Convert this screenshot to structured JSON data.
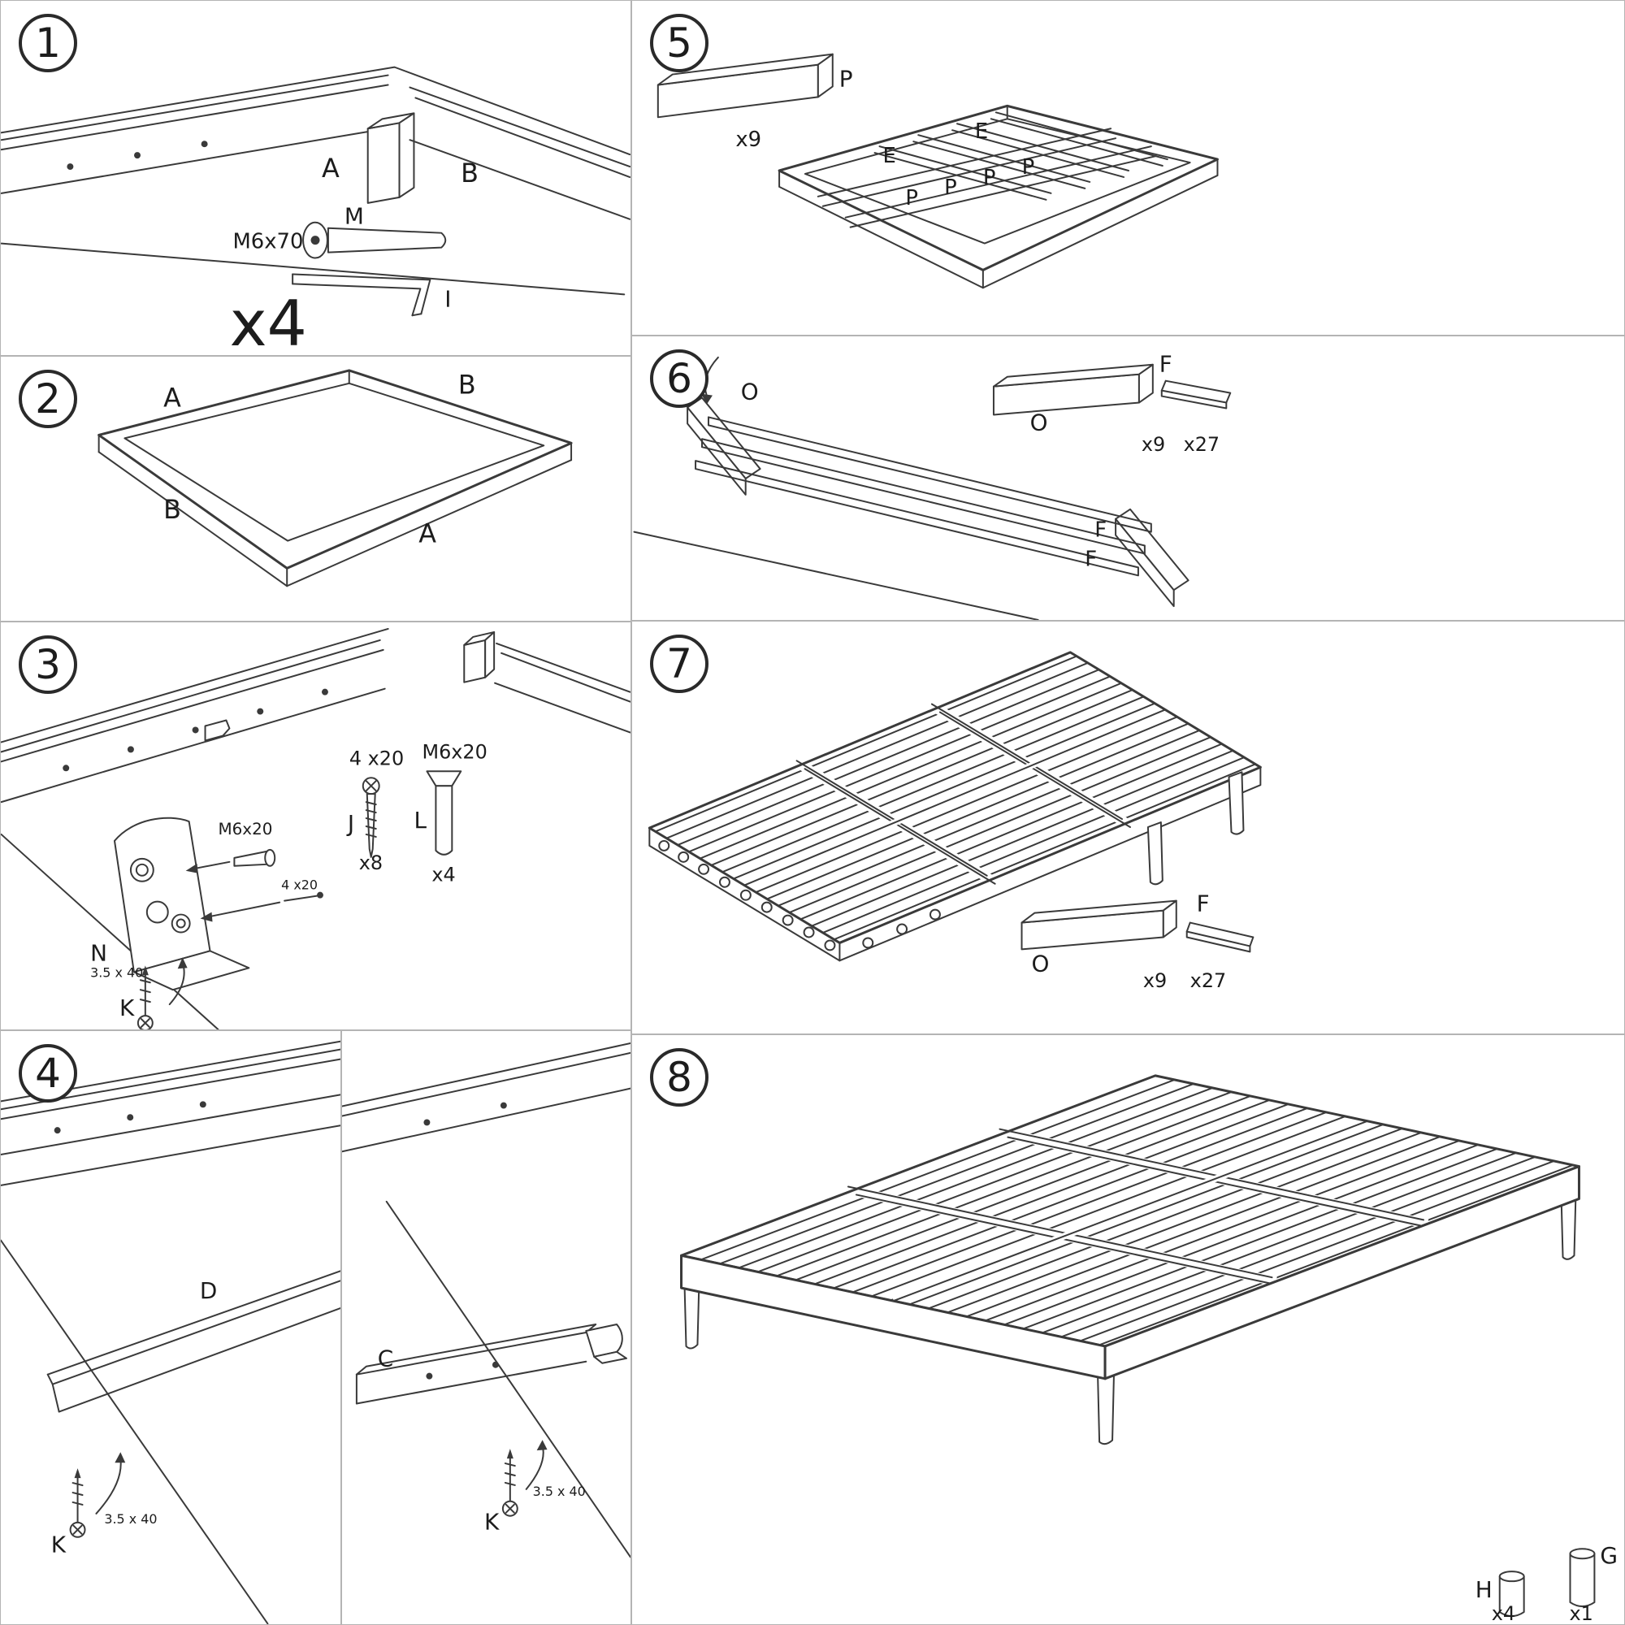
{
  "document": {
    "type": "assembly-instructions",
    "line_color": "#3a3a3a",
    "panel_border_color": "#b4b4b4",
    "background": "#ffffff"
  },
  "steps": {
    "s1": {
      "number": "1",
      "rail_left": "A",
      "rail_right": "B",
      "bolt_spec": "M6x70",
      "bolt": "M",
      "allen_key": "I",
      "repeat": "x4"
    },
    "s2": {
      "number": "2",
      "side_top_left": "A",
      "side_top_right": "B",
      "side_bottom_left": "B",
      "side_bottom_right": "A"
    },
    "s3": {
      "number": "3",
      "bracket": "N",
      "bolt_callout": "M6x20",
      "screw_callout": "4 x20",
      "screw_j_spec": "4 x20",
      "screw_j": "J",
      "screw_j_qty": "x8",
      "bolt_l_spec": "M6x20",
      "bolt_l": "L",
      "bolt_l_qty": "x4",
      "screw_k_spec": "3.5 x 40",
      "screw_k": "K"
    },
    "s4": {
      "number": "4",
      "beam_d": "D",
      "screw_k_left": "K",
      "screw_k_left_spec": "3.5 x 40",
      "beam_c": "C",
      "screw_k_right": "K",
      "screw_k_right_spec": "3.5 x 40"
    },
    "s5": {
      "number": "5",
      "part_p": "P",
      "part_p_qty": "x9",
      "rail_e1": "E",
      "rail_e2": "E",
      "slat_p1": "P",
      "slat_p2": "P",
      "slat_p3": "P",
      "slat_p4": "P"
    },
    "s6": {
      "number": "6",
      "callout_o": "O",
      "part_f": "F",
      "part_o": "O",
      "part_o_qty": "x9",
      "part_f_qty": "x27",
      "slat_f1": "F",
      "slat_f2": "F"
    },
    "s7": {
      "number": "7",
      "part_f": "F",
      "part_o": "O",
      "part_o_qty": "x9",
      "part_f_qty": "x27"
    },
    "s8": {
      "number": "8",
      "part_h": "H",
      "part_h_qty": "x4",
      "part_g": "G",
      "part_g_qty": "x1"
    }
  }
}
